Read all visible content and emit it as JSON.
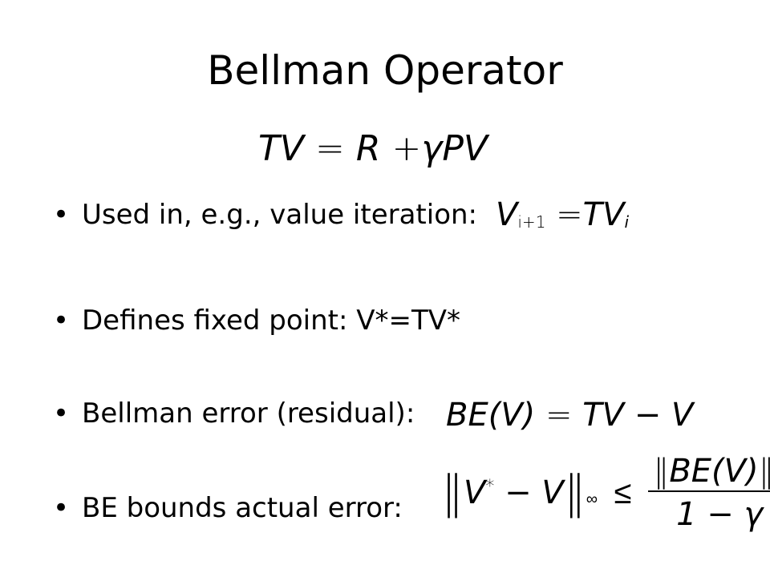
{
  "slide": {
    "title": "Bellman Operator",
    "equation_main": {
      "lhs": "TV",
      "eq": "=",
      "r": "R",
      "plus": "+",
      "gamma": "γ",
      "pv": "PV"
    },
    "bullets": [
      {
        "marker": "•",
        "text": "Used in, e.g., value iteration:",
        "math": {
          "v": "V",
          "sub1": "i+1",
          "eq": "=",
          "tv": "TV",
          "sub2": "i"
        }
      },
      {
        "marker": "•",
        "text": "Defines fixed point:  V*=TV*"
      },
      {
        "marker": "•",
        "text": "Bellman error (residual):",
        "math": {
          "lhs": "BE(V)",
          "eq": "=",
          "rhs": "TV − V"
        }
      },
      {
        "marker": "•",
        "text": "BE bounds actual error:",
        "math": {
          "norm_open": "‖",
          "v": "V",
          "star": "*",
          "minus_v": " − V",
          "norm_close": "‖",
          "inf": "∞",
          "leq": "≤",
          "num_norm_open": "‖",
          "num_be": "BE(V)",
          "num_norm_close": "‖",
          "num_inf": "∞",
          "den": "1 − γ"
        }
      }
    ]
  }
}
